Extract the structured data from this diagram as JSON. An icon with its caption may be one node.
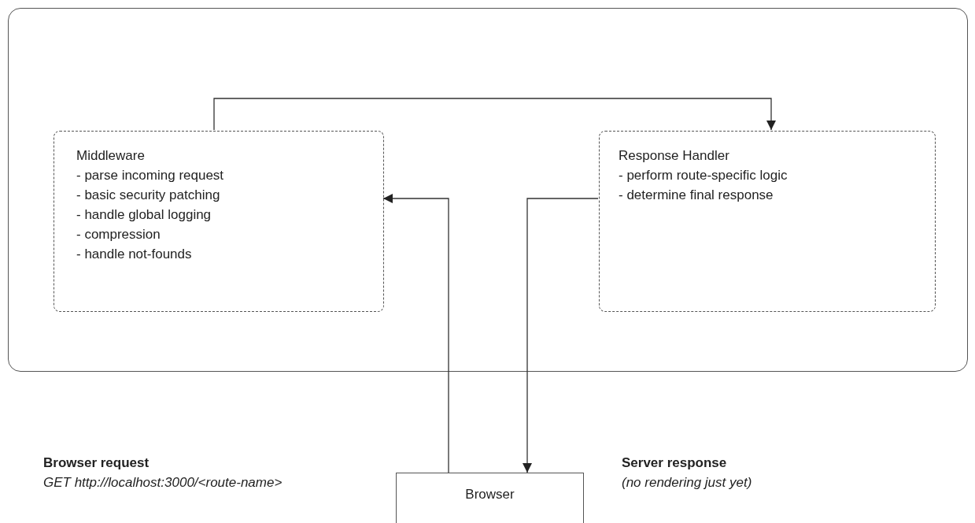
{
  "diagram": {
    "nodes": [
      {
        "text": [],
        "shape": "box"
      },
      {
        "text": [
          "Middleware",
          "- parse incoming request",
          "- basic security patching",
          "- handle global logging",
          "- compression",
          "- handle not-founds"
        ],
        "in": 0
      },
      {
        "text": [
          "Response Handler",
          "- perform route-specific logic",
          "- determine final response"
        ],
        "in": 0
      },
      {
        "text": [
          "Browser"
        ]
      }
    ],
    "edges": [
      {
        "from": 3,
        "to": 1,
        "arrow": "to"
      },
      {
        "from": 1,
        "to": 2,
        "arrow": "to"
      },
      {
        "from": 2,
        "to": 3,
        "arrow": "to"
      }
    ],
    "labels": [
      "Browser request",
      "GET http://localhost:3000/<route-name>",
      "Server response",
      "(no rendering just yet)"
    ]
  }
}
